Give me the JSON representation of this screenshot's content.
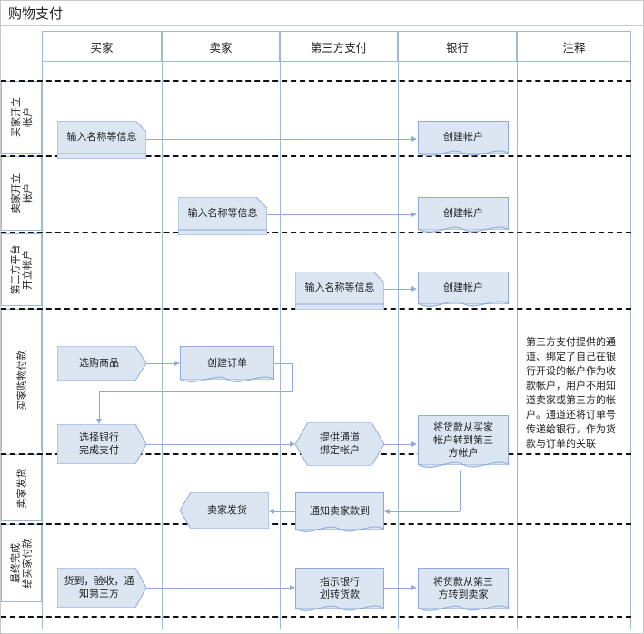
{
  "title": "购物支付",
  "colors": {
    "shape_fill": "#dce6f2",
    "shape_stroke": "#8faadc",
    "grid": "#9fb8d4",
    "dash": "#111111"
  },
  "columns": [
    {
      "label": "买家"
    },
    {
      "label": "卖家"
    },
    {
      "label": "第三方支付"
    },
    {
      "label": "银行"
    },
    {
      "label": "注释"
    }
  ],
  "lanes": [
    {
      "label": "买家开立\n帐户"
    },
    {
      "label": "卖家开立\n帐户"
    },
    {
      "label": "第三方平台\n开立帐户"
    },
    {
      "label": "买家购物付款"
    },
    {
      "label": "卖家发货"
    },
    {
      "label": "最终完成\n给买家付款"
    }
  ],
  "shapes": {
    "lane1_buyer_input": "输入名称等信息",
    "lane1_bank_create": "创建帐户",
    "lane2_seller_input": "输入名称等信息",
    "lane2_bank_create": "创建帐户",
    "lane3_tp_input": "输入名称等信息",
    "lane3_bank_create": "创建帐户",
    "lane4_buy_goods": "选购商品",
    "lane4_create_order": "创建订单",
    "lane4_choose_bank": "选择银行\n完成支付",
    "lane4_provide_channel": "提供通道\n绑定帐户",
    "lane4_transfer": "将货款从买家\n帐户转到第三\n方帐户",
    "lane5_seller_ship": "卖家发货",
    "lane5_notify_seller": "通知卖家款到",
    "lane6_confirm": "货到，验收，通\n知第三方",
    "lane6_instruct_bank": "指示银行\n划转货款",
    "lane6_bank_transfer": "将货款从第三\n方转到卖家"
  },
  "note": "第三方支付提供的通道、绑定了自己在银行开设的帐户作为收款帐户，用户不用知道卖家或第三方的帐户。通道还将订单号传递给银行，作为货款与订单的关联"
}
